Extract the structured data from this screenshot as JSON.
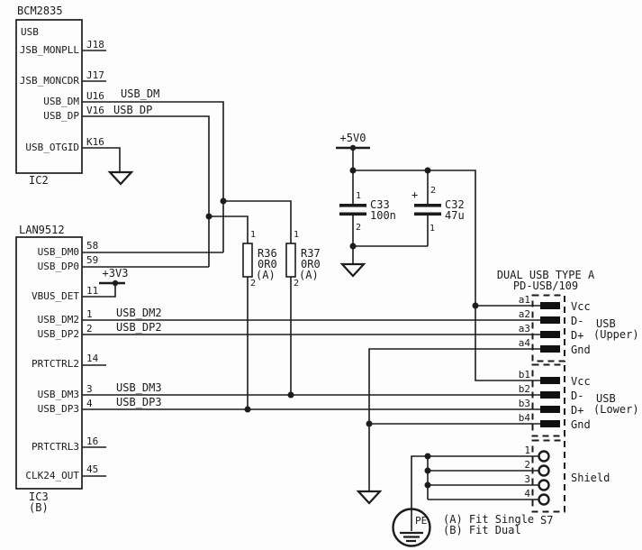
{
  "schematic": {
    "ic2": {
      "part": "BCM2835",
      "ref": "IC2",
      "section": "USB",
      "pins": [
        {
          "name": "JSB_MONPLL",
          "number": "J18"
        },
        {
          "name": "JSB_MONCDR",
          "number": "J17"
        },
        {
          "name": "USB_DM",
          "number": "U16"
        },
        {
          "name": "USB_DP",
          "number": "V16"
        },
        {
          "name": "USB_OTGID",
          "number": "K16"
        }
      ]
    },
    "ic3": {
      "part": "LAN9512",
      "ref": "IC3",
      "variant": "(B)",
      "pins": [
        {
          "name": "USB_DM0",
          "number": "58"
        },
        {
          "name": "USB_DP0",
          "number": "59"
        },
        {
          "name": "VBUS_DET",
          "number": "11"
        },
        {
          "name": "USB_DM2",
          "number": "1"
        },
        {
          "name": "USB_DP2",
          "number": "2"
        },
        {
          "name": "PRTCTRL2",
          "number": "14"
        },
        {
          "name": "USB_DM3",
          "number": "3"
        },
        {
          "name": "USB_DP3",
          "number": "4"
        },
        {
          "name": "PRTCTRL3",
          "number": "16"
        },
        {
          "name": "CLK24_OUT",
          "number": "45"
        }
      ]
    },
    "net_labels": {
      "dm": "USB_DM",
      "dp": "USB_DP",
      "dm2": "USB_DM2",
      "dp2": "USB_DP2",
      "dm3": "USB_DM3",
      "dp3": "USB_DP3"
    },
    "power": {
      "p5v": "+5V0",
      "p3v3": "+3V3"
    },
    "resistors": [
      {
        "ref": "R36",
        "value": "0R0",
        "variant": "(A)",
        "pin1": "1",
        "pin2": "2"
      },
      {
        "ref": "R37",
        "value": "0R0",
        "variant": "(A)",
        "pin1": "1",
        "pin2": "2"
      }
    ],
    "capacitors": [
      {
        "ref": "C33",
        "value": "100n",
        "pin_top": "1",
        "pin_bottom": "2"
      },
      {
        "ref": "C32",
        "value": "47u",
        "pin_top": "2",
        "pin_bottom": "1",
        "polarity": "+"
      }
    ],
    "connector": {
      "title": "DUAL USB TYPE A",
      "part": "PD-USB/109",
      "ref": "S7",
      "upper": {
        "pins": [
          {
            "name": "a1",
            "fn": "Vcc"
          },
          {
            "name": "a2",
            "fn": "D-"
          },
          {
            "name": "a3",
            "fn": "D+"
          },
          {
            "name": "a4",
            "fn": "Gnd"
          }
        ],
        "group1": "USB",
        "group2": "(Upper)"
      },
      "lower": {
        "pins": [
          {
            "name": "b1",
            "fn": "Vcc"
          },
          {
            "name": "b2",
            "fn": "D-"
          },
          {
            "name": "b3",
            "fn": "D+"
          },
          {
            "name": "b4",
            "fn": "Gnd"
          }
        ],
        "group1": "USB",
        "group2": "(Lower)"
      },
      "shield": {
        "pins": [
          "1",
          "2",
          "3",
          "4"
        ],
        "label": "Shield"
      }
    },
    "pe_label": "PE",
    "notes": [
      "(A) Fit Single",
      "(B) Fit Dual"
    ]
  }
}
